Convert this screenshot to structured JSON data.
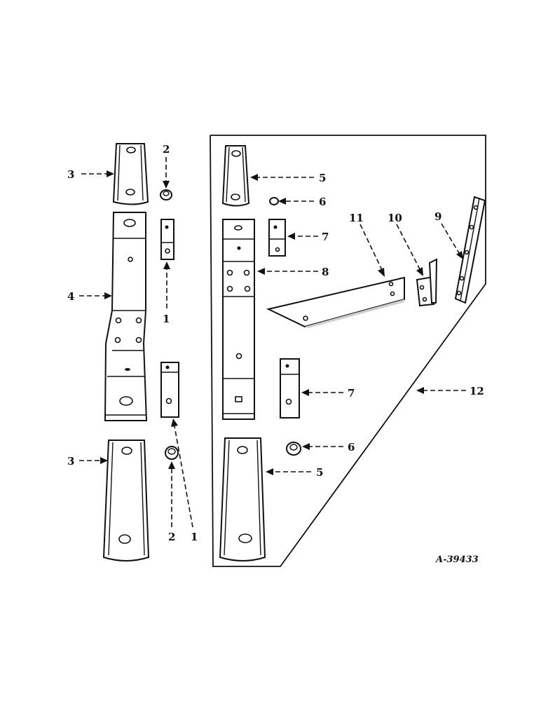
{
  "callouts": {
    "c1_upper": "1",
    "c1_lower": "1",
    "c2_upper": "2",
    "c2_lower": "2",
    "c3_upper": "3",
    "c3_lower": "3",
    "c4": "4",
    "c5_upper": "5",
    "c5_lower": "5",
    "c6_upper": "6",
    "c6_lower": "6",
    "c7_upper": "7",
    "c7_lower": "7",
    "c8": "8",
    "c9": "9",
    "c10": "10",
    "c11": "11",
    "c12": "12"
  },
  "figure_id": "A-39433"
}
